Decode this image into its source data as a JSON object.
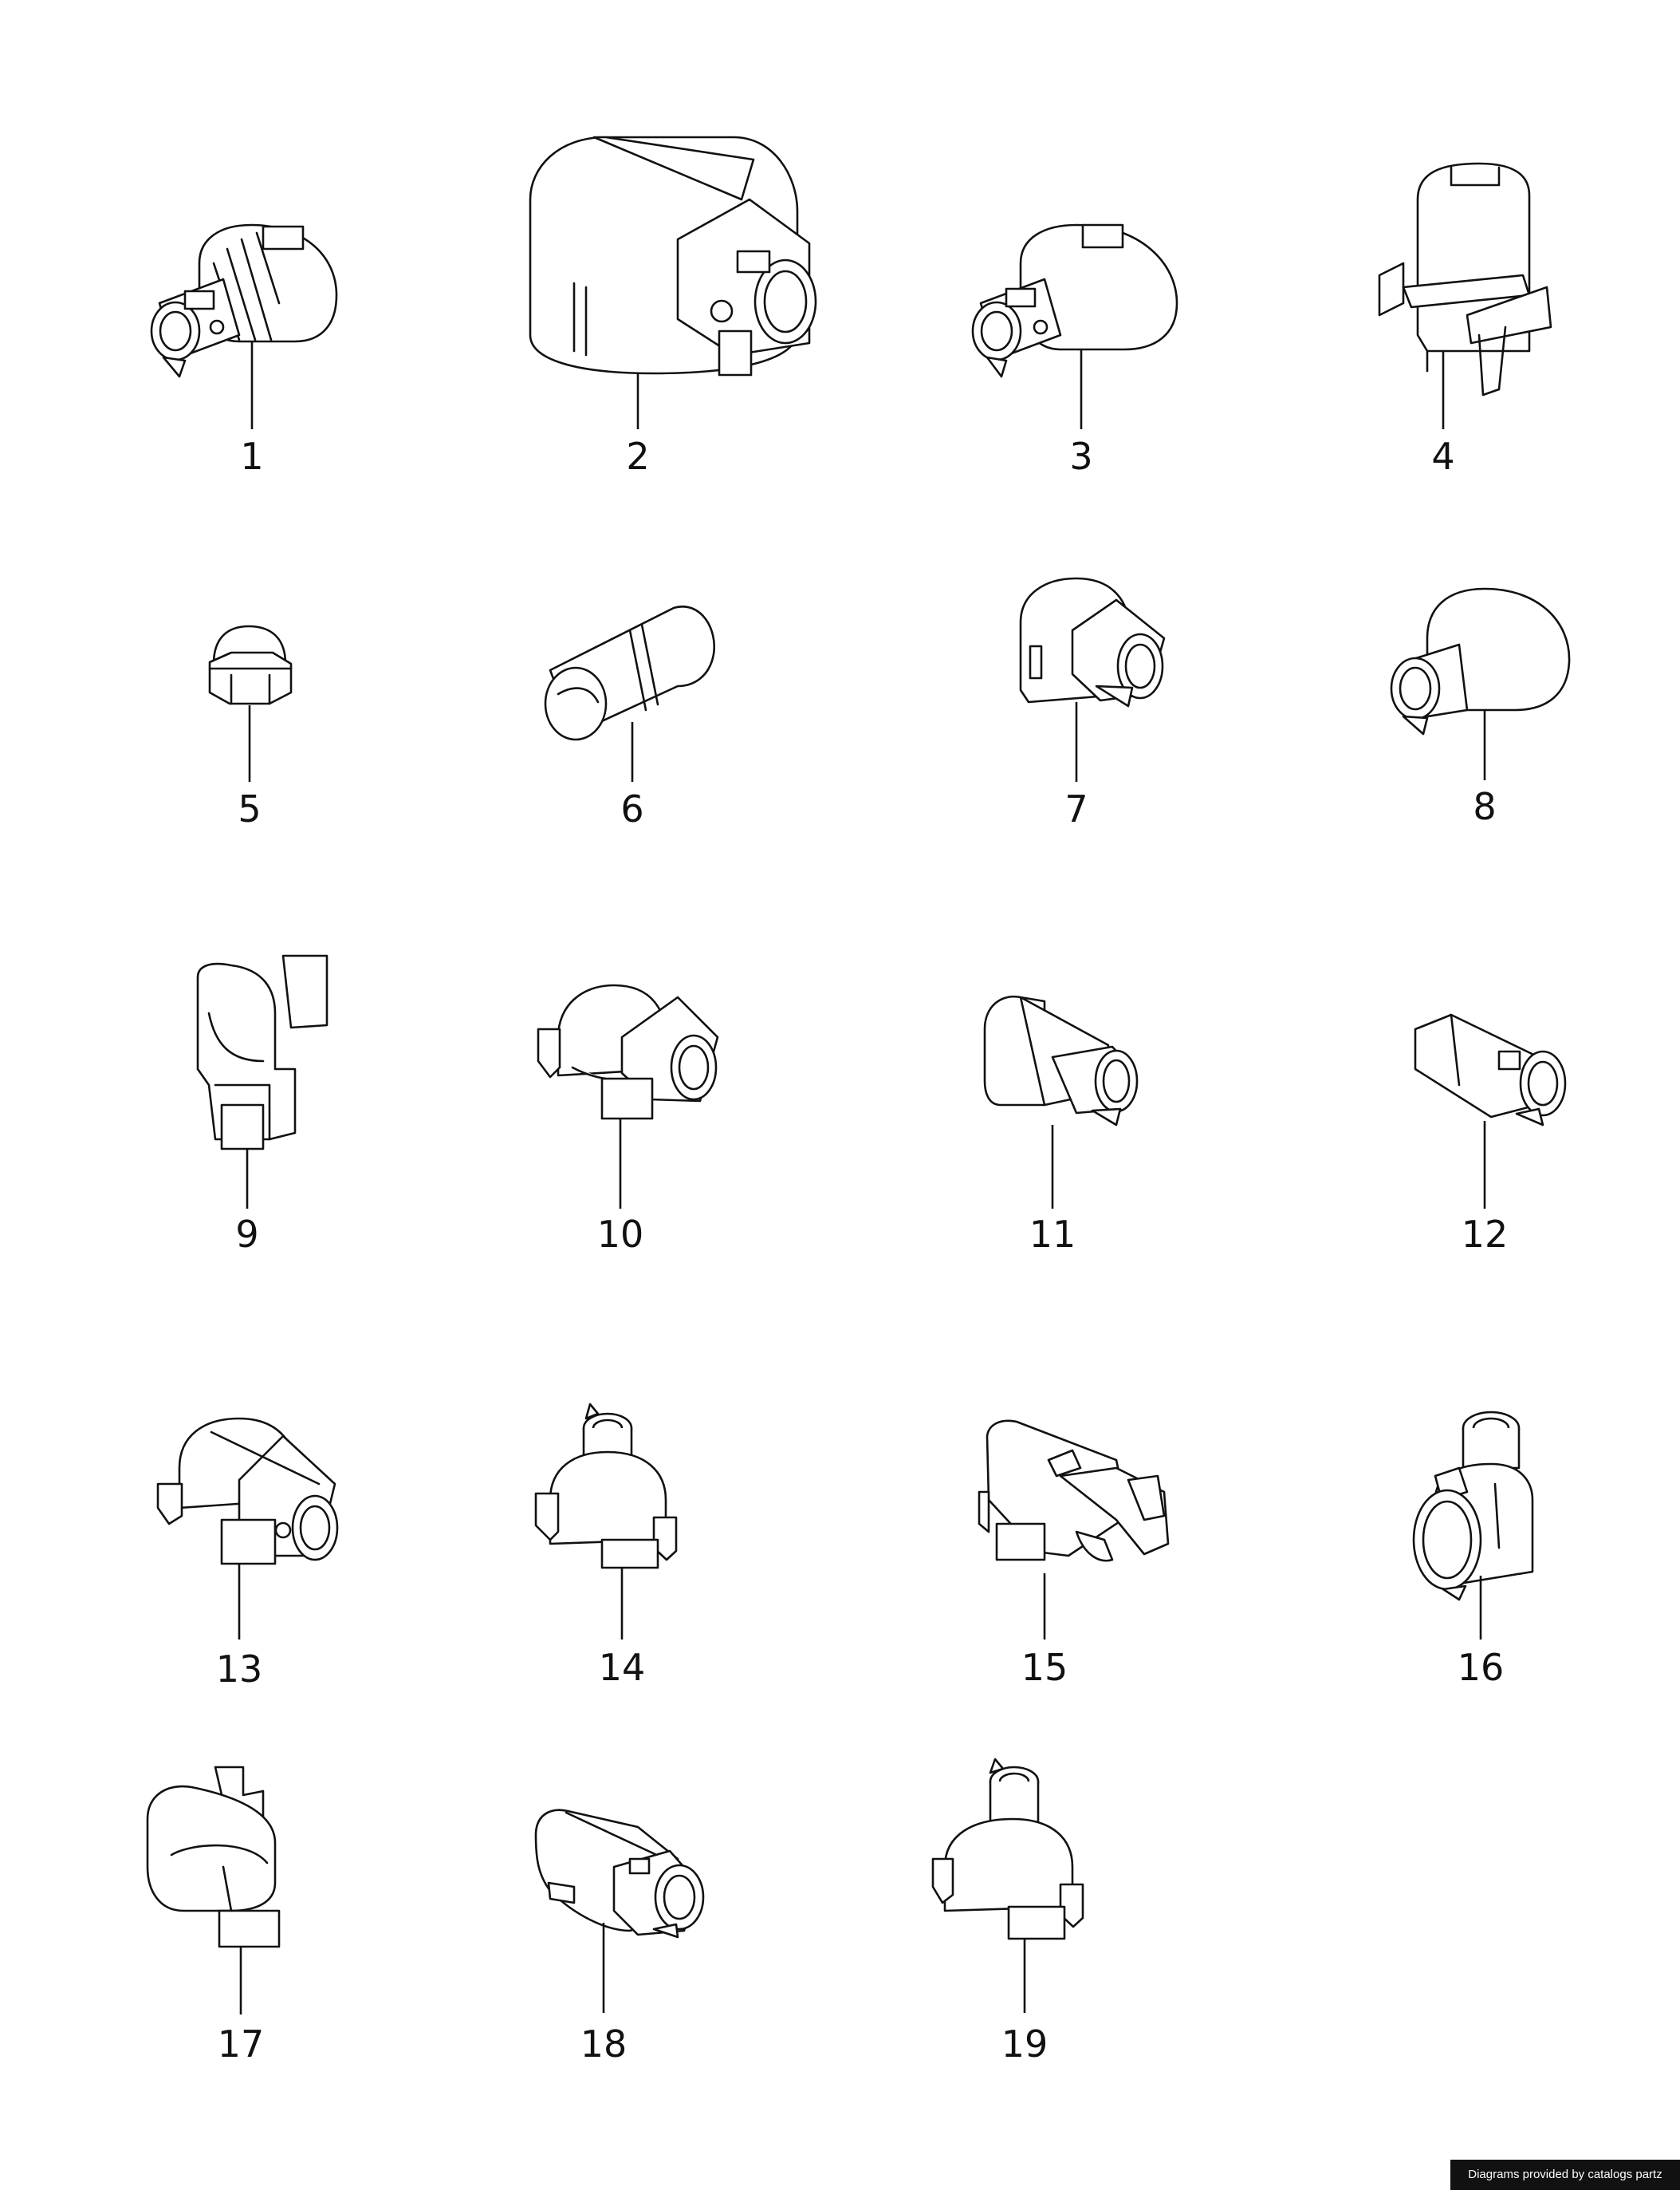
{
  "parts": [
    {
      "number": "1",
      "icon": "hose-connector-ribbed-icon"
    },
    {
      "number": "2",
      "icon": "large-connector-housing-icon"
    },
    {
      "number": "3",
      "icon": "hose-connector-icon"
    },
    {
      "number": "4",
      "icon": "clip-holder-icon"
    },
    {
      "number": "5",
      "icon": "cap-nut-icon"
    },
    {
      "number": "6",
      "icon": "sleeve-icon"
    },
    {
      "number": "7",
      "icon": "angle-connector-icon"
    },
    {
      "number": "8",
      "icon": "cap-connector-icon"
    },
    {
      "number": "9",
      "icon": "elbow-connector-icon"
    },
    {
      "number": "10",
      "icon": "t-connector-icon"
    },
    {
      "number": "11",
      "icon": "angle-connector-icon"
    },
    {
      "number": "12",
      "icon": "straight-connector-icon"
    },
    {
      "number": "13",
      "icon": "t-connector-icon"
    },
    {
      "number": "14",
      "icon": "vertical-connector-icon"
    },
    {
      "number": "15",
      "icon": "multi-clip-connector-icon"
    },
    {
      "number": "16",
      "icon": "ring-connector-icon"
    },
    {
      "number": "17",
      "icon": "elbow-connector-icon"
    },
    {
      "number": "18",
      "icon": "oval-connector-icon"
    },
    {
      "number": "19",
      "icon": "vertical-connector-icon"
    }
  ],
  "credit": "Diagrams provided by catalogs partz"
}
